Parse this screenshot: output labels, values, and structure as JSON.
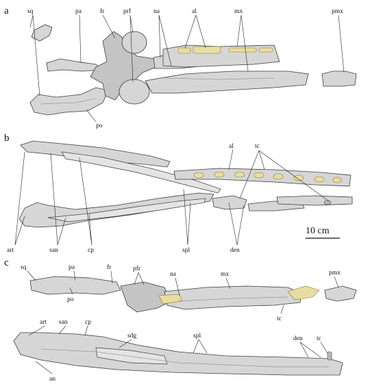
{
  "panels": {
    "a": {
      "letter": "a",
      "labels": {
        "sq": "sq",
        "pa": "pa",
        "fr": "fr",
        "prf": "prf",
        "na": "na",
        "al": "al",
        "mx": "mx",
        "pmx": "pmx",
        "po": "po"
      }
    },
    "b": {
      "letter": "b",
      "labels": {
        "al": "al",
        "tc": "tc",
        "art": "art",
        "san": "san",
        "cp": "cp",
        "spl": "spl",
        "den": "den"
      }
    },
    "c": {
      "letter": "c",
      "labels": {
        "sq": "sq",
        "pa": "pa",
        "fr": "fr",
        "pfr": "pfr",
        "na": "na",
        "mx": "mx",
        "pmx": "pmx",
        "po": "po",
        "tc": "tc",
        "art": "art",
        "san": "san",
        "cp": "cp",
        "sdg": "sdg",
        "spl": "spl",
        "den": "den",
        "tc2": "tc",
        "an": "an"
      }
    }
  },
  "scale_bar": {
    "label": "10 cm"
  },
  "colors": {
    "bone": "#d6d6d6",
    "matrix": "#e8dca0",
    "outline": "#3a3a3a"
  }
}
